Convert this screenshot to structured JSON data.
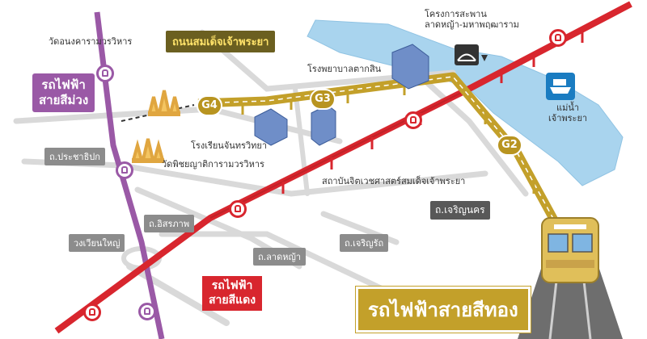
{
  "labels": {
    "temple_bophit": "วัดอนงคารามวรวิหาร",
    "temple_phichaiyat": "วัดพิชยญาติการามวรวิหาร",
    "school": "โรงเรียนจันทรวิทยา",
    "hospital": "โรงพยาบาลตากสิน",
    "institute": "สถาบันจิตเวชศาสตร์สมเด็จเจ้าพระยา",
    "bridge_project": "โครงการสะพาน\nลาดหญ้า-มหาพฤฒาราม",
    "river_pier": "แม่น้ำ\nเจ้าพระยา"
  },
  "roads": {
    "somdet_chaophraya": "ถนนสมเด็จเจ้าพระยา",
    "prachathipok": "ถ.ประชาธิปก",
    "itsaraphap": "ถ.อิสรภาพ",
    "wongwian_yai": "วงเวียนใหญ่",
    "lat_ya": "ถ.ลาดหญ้า",
    "charoen_rat": "ถ.เจริญรัถ",
    "charoen_nakhon": "ถ.เจริญนคร"
  },
  "lines": {
    "purple": "รถไฟฟ้า\nสายสีม่วง",
    "red": "รถไฟฟ้า\nสายสีแดง",
    "gold": "รถไฟฟ้าสายสีทอง"
  },
  "gold_stations": [
    "G4",
    "G3",
    "G2"
  ],
  "colors": {
    "purple_line": "#9a59a6",
    "red_line": "#d8262e",
    "gold_line": "#c3a02a",
    "river": "#a9d4ee",
    "road": "#d9d9d9"
  },
  "icons": {
    "station": "train-station-icon",
    "pier": "boat-icon",
    "bridge": "bridge-icon",
    "temple": "temple-icon",
    "building": "building-icon",
    "train": "train-icon"
  }
}
